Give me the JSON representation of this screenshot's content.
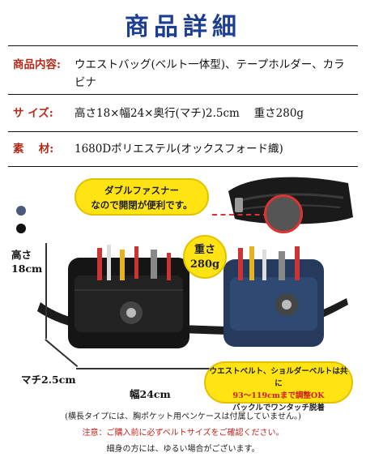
{
  "title": "商品詳細",
  "specs": [
    {
      "label": "商品内容:",
      "value": "ウエストバッグ(ベルト一体型)、テープホルダー、カラビナ"
    },
    {
      "label": "サ イズ:",
      "value": "高さ18×幅24×奥行(マチ)2.5cm　 重さ280g"
    },
    {
      "label": "素　 材:",
      "value": "1680Dポリエステル(オックスフォード織)"
    }
  ],
  "callouts": {
    "zipper_line1": "ダブルファスナー",
    "zipper_line2": "なので開閉が便利です。",
    "weight_line1": "重さ",
    "weight_line2": "280g",
    "belt_line1": "ウエストベルト、ショルダーベルトは共に",
    "belt_line2": "93～119cmまで調整OK",
    "belt_line3": "バックルでワンタッチ脱着"
  },
  "dimensions": {
    "height_line1": "高さ",
    "height_line2": "18cm",
    "depth": "マチ2.5cm",
    "width": "幅24cm"
  },
  "notes": {
    "line1": "(横長タイプには、胸ポケット用ペンケースは付属していません。)",
    "line2": "注意：ご購入前に必ずベルトサイズをご確認ください。",
    "line3": "細身の方には、ゆるい場合がございます。"
  },
  "colors": {
    "title": "#1d3f93",
    "label": "#b32a1a",
    "callout": "#ffe312",
    "navy_option": "#4a5a7a",
    "black_option": "#111111"
  }
}
